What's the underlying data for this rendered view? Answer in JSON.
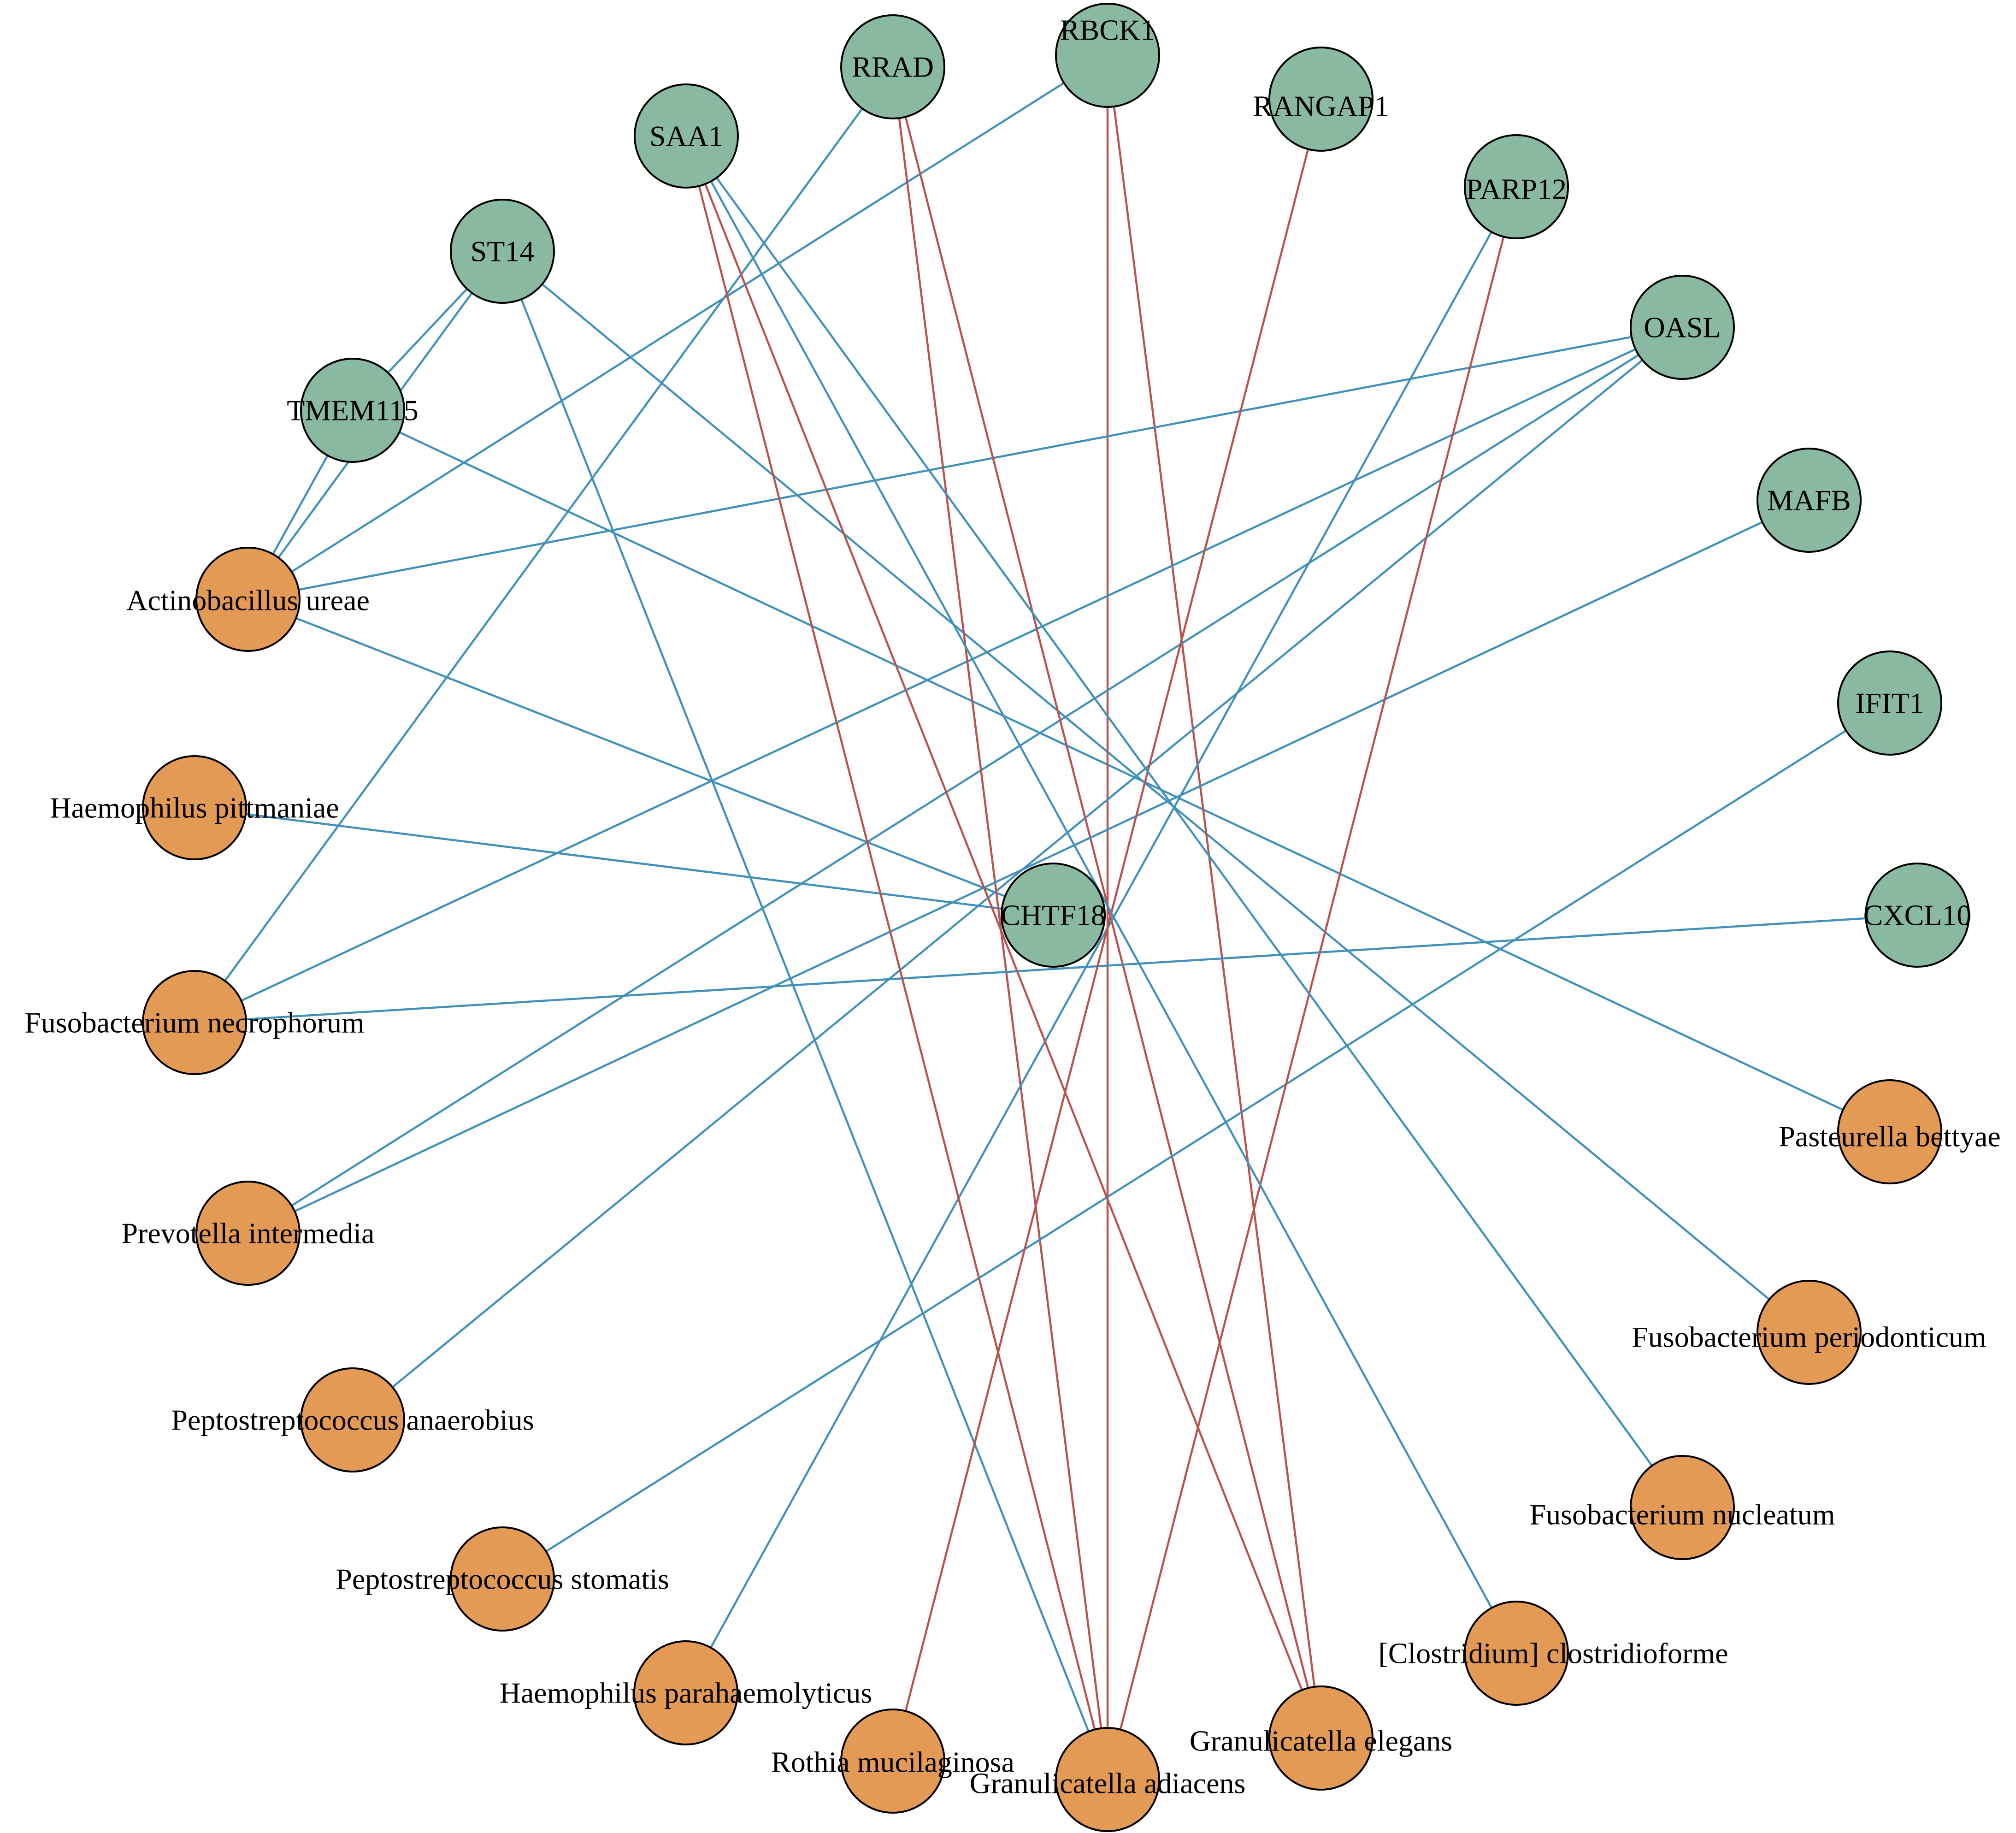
{
  "colors": {
    "gene_node": "#8ab9a2",
    "microbe_node": "#e39a55",
    "positive_edge": "#b85450",
    "negative_edge": "#4191bb",
    "node_border": "#000000"
  },
  "nodes": [
    {
      "id": "RRAD",
      "label": "RRAD",
      "group": "gene"
    },
    {
      "id": "RBCK1",
      "label": "RBCK1",
      "group": "gene"
    },
    {
      "id": "RANGAP1",
      "label": "RANGAP1",
      "group": "gene"
    },
    {
      "id": "SAA1",
      "label": "SAA1",
      "group": "gene"
    },
    {
      "id": "PARP12",
      "label": "PARP12",
      "group": "gene"
    },
    {
      "id": "ST14",
      "label": "ST14",
      "group": "gene"
    },
    {
      "id": "OASL",
      "label": "OASL",
      "group": "gene"
    },
    {
      "id": "TMEM115",
      "label": "TMEM115",
      "group": "gene"
    },
    {
      "id": "MAFB",
      "label": "MAFB",
      "group": "gene"
    },
    {
      "id": "IFIT1",
      "label": "IFIT1",
      "group": "gene"
    },
    {
      "id": "CHTF18",
      "label": "CHTF18",
      "group": "gene"
    },
    {
      "id": "CXCL10",
      "label": "CXCL10",
      "group": "gene"
    },
    {
      "id": "ActinobacillusUreae",
      "label": "Actinobacillus ureae",
      "group": "microbe"
    },
    {
      "id": "HaemophilusPittmaniae",
      "label": "Haemophilus pittmaniae",
      "group": "microbe"
    },
    {
      "id": "FusobacteriumNecrophorum",
      "label": "Fusobacterium necrophorum",
      "group": "microbe"
    },
    {
      "id": "PrevotellaIntermedia",
      "label": "Prevotella intermedia",
      "group": "microbe"
    },
    {
      "id": "PeptostreptococcusAnaerobius",
      "label": "Peptostreptococcus anaerobius",
      "group": "microbe"
    },
    {
      "id": "PeptostreptococcusStomatis",
      "label": "Peptostreptococcus stomatis",
      "group": "microbe"
    },
    {
      "id": "HaemophilusParahaemolyticus",
      "label": "Haemophilus parahaemolyticus",
      "group": "microbe"
    },
    {
      "id": "RothiaMucilaginosa",
      "label": "Rothia mucilaginosa",
      "group": "microbe"
    },
    {
      "id": "GranulicatellaAdiacens",
      "label": "Granulicatella adiacens",
      "group": "microbe"
    },
    {
      "id": "GranulicatellaElegans",
      "label": "Granulicatella elegans",
      "group": "microbe"
    },
    {
      "id": "ClostridiumClostridioforme",
      "label": "[Clostridium] clostridioforme",
      "group": "microbe"
    },
    {
      "id": "FusobacteriumNucleatum",
      "label": "Fusobacterium nucleatum",
      "group": "microbe"
    },
    {
      "id": "FusobacteriumPeriodonticum",
      "label": "Fusobacterium periodonticum",
      "group": "microbe"
    },
    {
      "id": "PasteurellaBettyae",
      "label": "Pasteurella bettyae",
      "group": "microbe"
    }
  ],
  "edges": [
    {
      "source": "ST14",
      "target": "TMEM115",
      "type": "negative"
    },
    {
      "source": "ST14",
      "target": "ActinobacillusUreae",
      "type": "negative"
    },
    {
      "source": "ST14",
      "target": "GranulicatellaAdiacens",
      "type": "negative"
    },
    {
      "source": "ST14",
      "target": "FusobacteriumPeriodonticum",
      "type": "negative"
    },
    {
      "source": "TMEM115",
      "target": "ActinobacillusUreae",
      "type": "negative"
    },
    {
      "source": "TMEM115",
      "target": "PasteurellaBettyae",
      "type": "negative"
    },
    {
      "source": "RBCK1",
      "target": "ActinobacillusUreae",
      "type": "negative"
    },
    {
      "source": "RBCK1",
      "target": "GranulicatellaAdiacens",
      "type": "positive"
    },
    {
      "source": "RBCK1",
      "target": "GranulicatellaElegans",
      "type": "positive"
    },
    {
      "source": "OASL",
      "target": "ActinobacillusUreae",
      "type": "negative"
    },
    {
      "source": "OASL",
      "target": "FusobacteriumNecrophorum",
      "type": "negative"
    },
    {
      "source": "OASL",
      "target": "PrevotellaIntermedia",
      "type": "negative"
    },
    {
      "source": "OASL",
      "target": "PeptostreptococcusAnaerobius",
      "type": "negative"
    },
    {
      "source": "ActinobacillusUreae",
      "target": "CHTF18",
      "type": "negative"
    },
    {
      "source": "HaemophilusPittmaniae",
      "target": "CHTF18",
      "type": "negative"
    },
    {
      "source": "RRAD",
      "target": "FusobacteriumNecrophorum",
      "type": "negative"
    },
    {
      "source": "RRAD",
      "target": "GranulicatellaAdiacens",
      "type": "positive"
    },
    {
      "source": "RRAD",
      "target": "GranulicatellaElegans",
      "type": "positive"
    },
    {
      "source": "CXCL10",
      "target": "FusobacteriumNecrophorum",
      "type": "negative"
    },
    {
      "source": "MAFB",
      "target": "PrevotellaIntermedia",
      "type": "negative"
    },
    {
      "source": "IFIT1",
      "target": "PeptostreptococcusStomatis",
      "type": "negative"
    },
    {
      "source": "PARP12",
      "target": "HaemophilusParahaemolyticus",
      "type": "negative"
    },
    {
      "source": "PARP12",
      "target": "GranulicatellaAdiacens",
      "type": "positive"
    },
    {
      "source": "RANGAP1",
      "target": "RothiaMucilaginosa",
      "type": "positive"
    },
    {
      "source": "SAA1",
      "target": "GranulicatellaAdiacens",
      "type": "positive"
    },
    {
      "source": "SAA1",
      "target": "GranulicatellaElegans",
      "type": "positive"
    },
    {
      "source": "SAA1",
      "target": "FusobacteriumNucleatum",
      "type": "negative"
    },
    {
      "source": "SAA1",
      "target": "ClostridiumClostridioforme",
      "type": "negative"
    }
  ]
}
